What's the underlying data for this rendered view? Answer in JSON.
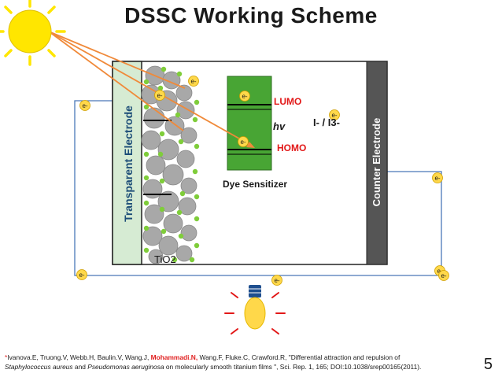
{
  "title": "DSSC Working Scheme",
  "labels": {
    "transparent_electrode": "Transparent Electrode",
    "counter_electrode": "Counter Electrode",
    "tio2": "TiO2",
    "lumo": "LUMO",
    "homo": "HOMO",
    "hv": "hv",
    "redox": "I- / I3-",
    "dye_sensitizer": "Dye Sensitizer",
    "electron": "e-"
  },
  "footer": {
    "marker": "*",
    "authors_before": "Ivanova.E, Truong.V, Webb.H, Baulin.V, Wang.J,",
    "authors_highlight": "Mohammadi.N,",
    "authors_after": "Wang.F, Fluke.C, Crawford.R, \"Differential attraction and repulsion of",
    "species_1": "Staphylococcus aureus",
    "and": "and",
    "species_2": "Pseudomonas aeruginosa",
    "citation_tail": "on  molecularly smooth titanium films \", Sci. Rep. 1, 165; DOI:10.1038/srep00165(2011)."
  },
  "page_number": "5",
  "colors": {
    "sun": "#ffe600",
    "electron_fill": "#ffd84a",
    "electrode_fill": "#d6ebd3",
    "counter_fill": "#555555",
    "dye_fill": "#48a534",
    "arrow": "#f08a3a",
    "wire": "#4a78b8",
    "red_text": "#e21818",
    "particle": "#a8a8a8",
    "dot": "#7fcd3a"
  },
  "icons": [
    "sun-icon",
    "light-bulb-icon"
  ]
}
